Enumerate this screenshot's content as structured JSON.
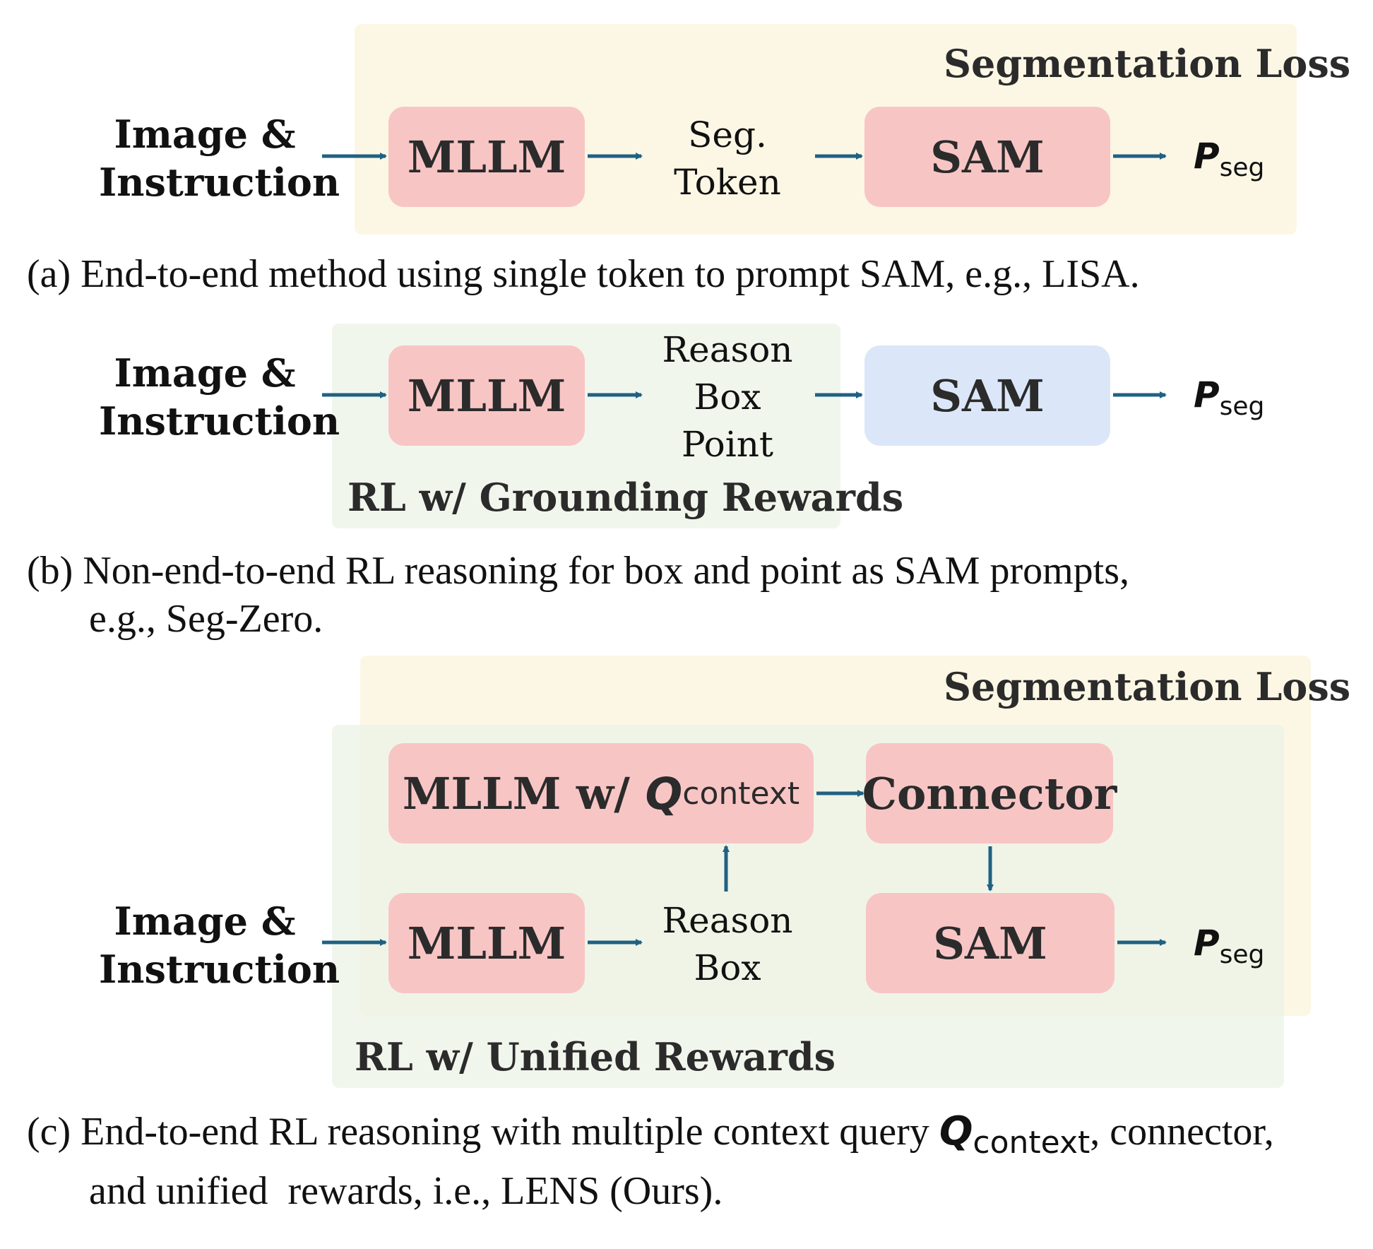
{
  "panel_a": {
    "region_label": "Segmentation Loss",
    "input_line1": "Image &",
    "input_line2": "Instruction",
    "mllm": "MLLM",
    "token_line1": "Seg.",
    "token_line2": "Token",
    "sam": "SAM",
    "output_p": "P",
    "output_sub": "seg",
    "caption": "(a) End-to-end method using single token to prompt SAM, e.g., LISA."
  },
  "panel_b": {
    "region_label": "RL w/ Grounding Rewards",
    "input_line1": "Image &",
    "input_line2": "Instruction",
    "mllm": "MLLM",
    "mid_line1": "Reason",
    "mid_line2": "Box",
    "mid_line3": "Point",
    "sam": "SAM",
    "output_p": "P",
    "output_sub": "seg",
    "caption_line1": "(b) Non-end-to-end RL reasoning for box and point as SAM prompts,",
    "caption_line2": "e.g., Seg-Zero."
  },
  "panel_c": {
    "seg_region_label": "Segmentation Loss",
    "rl_region_label": "RL w/ Unified Rewards",
    "input_line1": "Image &",
    "input_line2": "Instruction",
    "mllm_context_prefix": "MLLM w/ ",
    "q": "Q",
    "q_sub": "context",
    "connector": "Connector",
    "mllm": "MLLM",
    "mid_line1": "Reason",
    "mid_line2": "Box",
    "sam": "SAM",
    "output_p": "P",
    "output_sub": "seg",
    "caption_line1_prefix": "(c) End-to-end RL reasoning with multiple context query ",
    "caption_q": "Q",
    "caption_q_sub": "context",
    "caption_line1_suffix": ", connector,",
    "caption_line2": "and unified  rewards, i.e., LENS (Ours)."
  },
  "colors": {
    "arrow": "#1f6183",
    "pink_box": "#f8c5c5",
    "blue_box": "#dbe7f9",
    "yellow_region": "#fcf6e0",
    "green_region": "#ecf3e6"
  }
}
